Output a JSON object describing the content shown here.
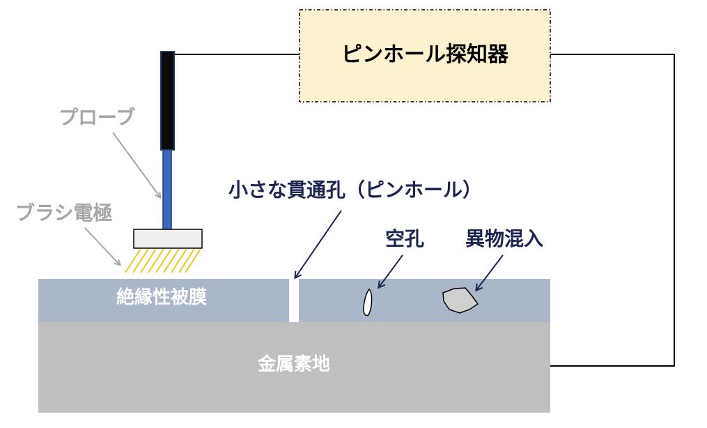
{
  "labels": {
    "detector": "ピンホール探知器",
    "probe": "プローブ",
    "brush_electrode": "ブラシ電極",
    "pinhole": "小さな貫通孔（ピンホール）",
    "void": "空孔",
    "inclusion": "異物混入",
    "coating": "絶縁性被膜",
    "substrate": "金属素地"
  },
  "colors": {
    "detector_fill": "#fdf2cf",
    "coating": "#aab7c9",
    "substrate": "#bfbfbf",
    "probe_handle": "#0a0a0a",
    "probe_shaft": "#3a6bbf",
    "brush_bristles": "#f0c419",
    "navy_text": "#1c2550",
    "gray_text": "#a6a6a6",
    "white_text": "#ffffff"
  }
}
